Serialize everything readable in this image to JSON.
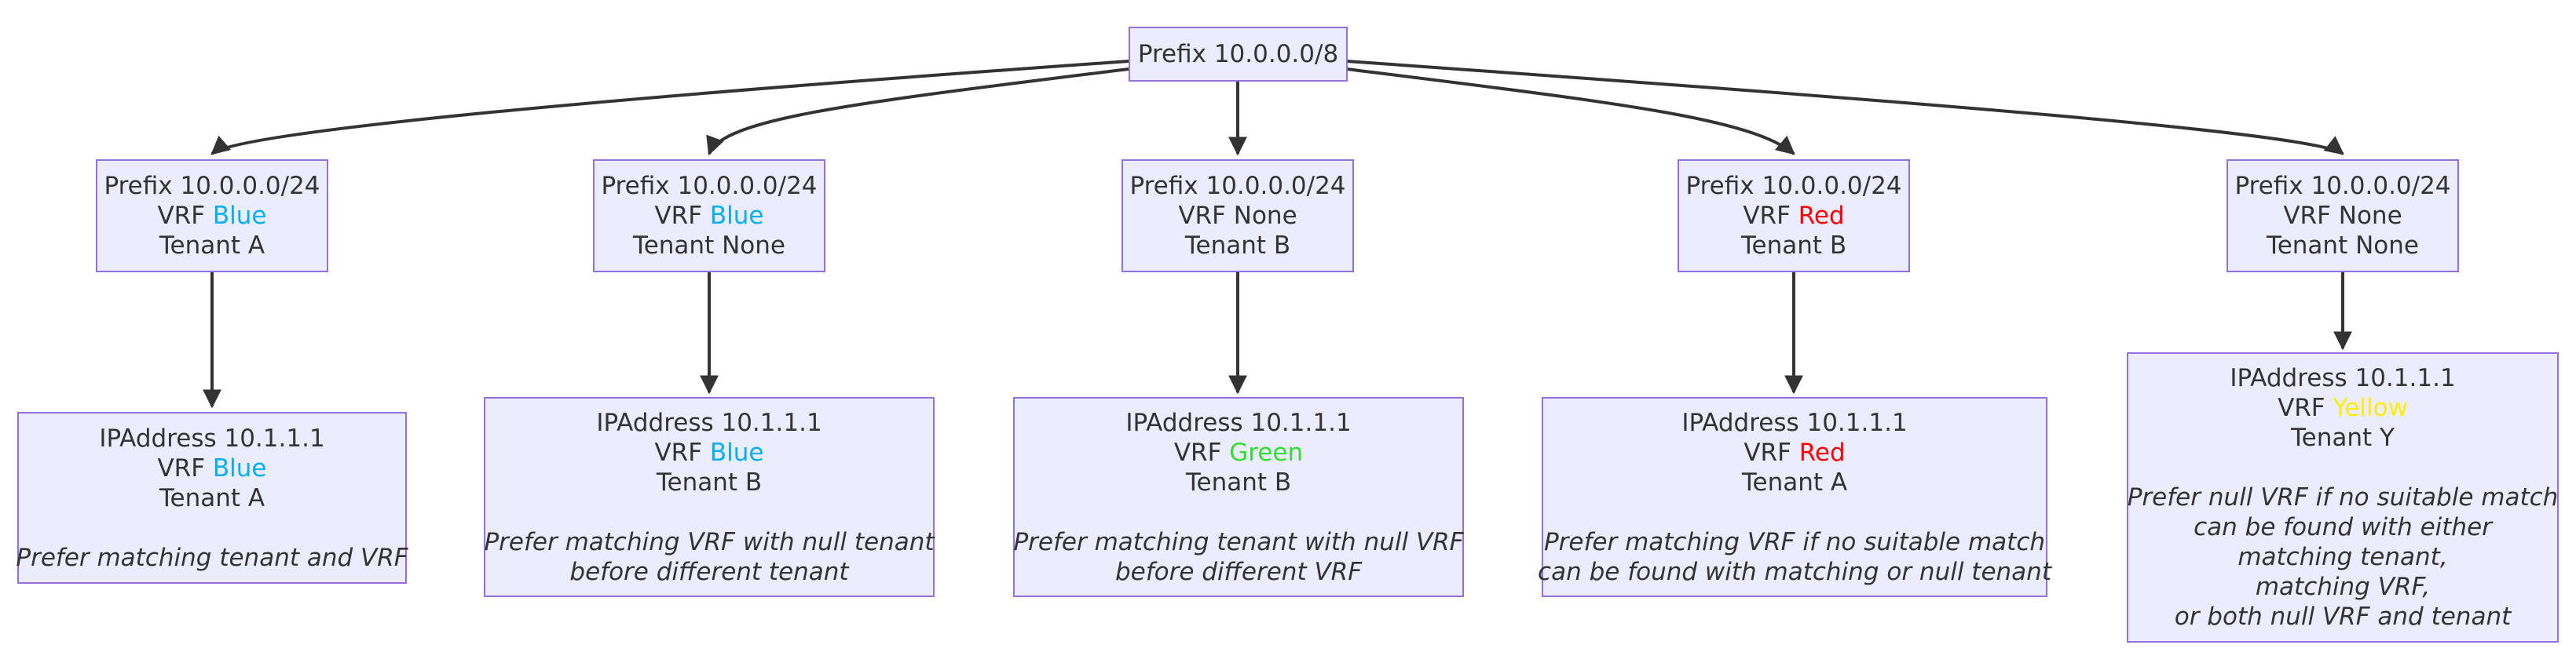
{
  "root": {
    "label": "Prefix 10.0.0.0/8"
  },
  "prefixes": [
    {
      "prefix": "Prefix 10.0.0.0/24",
      "vrf_prefix": "VRF ",
      "vrf": "Blue",
      "vrf_color": "#00B0F0",
      "tenant": "Tenant A"
    },
    {
      "prefix": "Prefix 10.0.0.0/24",
      "vrf_prefix": "VRF ",
      "vrf": "Blue",
      "vrf_color": "#00B0F0",
      "tenant": "Tenant None"
    },
    {
      "prefix": "Prefix 10.0.0.0/24",
      "vrf_prefix": "VRF ",
      "vrf": "None",
      "vrf_color": "#333333",
      "tenant": "Tenant B"
    },
    {
      "prefix": "Prefix 10.0.0.0/24",
      "vrf_prefix": "VRF ",
      "vrf": "Red",
      "vrf_color": "#FF0000",
      "tenant": "Tenant B"
    },
    {
      "prefix": "Prefix 10.0.0.0/24",
      "vrf_prefix": "VRF ",
      "vrf": "None",
      "vrf_color": "#333333",
      "tenant": "Tenant None"
    }
  ],
  "ip_addresses": [
    {
      "address": "IPAddress 10.1.1.1",
      "vrf_prefix": "VRF ",
      "vrf": "Blue",
      "vrf_color": "#00B0F0",
      "tenant": "Tenant A",
      "note": [
        "Prefer matching tenant and VRF"
      ]
    },
    {
      "address": "IPAddress 10.1.1.1",
      "vrf_prefix": "VRF ",
      "vrf": "Blue",
      "vrf_color": "#00B0F0",
      "tenant": "Tenant B",
      "note": [
        "Prefer matching VRF with null tenant",
        "before different tenant"
      ]
    },
    {
      "address": "IPAddress 10.1.1.1",
      "vrf_prefix": "VRF ",
      "vrf": "Green",
      "vrf_color": "#33DD33",
      "tenant": "Tenant B",
      "note": [
        "Prefer matching tenant with null VRF",
        "before different VRF"
      ]
    },
    {
      "address": "IPAddress 10.1.1.1",
      "vrf_prefix": "VRF ",
      "vrf": "Red",
      "vrf_color": "#FF0000",
      "tenant": "Tenant A",
      "note": [
        "Prefer matching VRF if no suitable match",
        "can be found with matching or null tenant"
      ]
    },
    {
      "address": "IPAddress 10.1.1.1",
      "vrf_prefix": "VRF ",
      "vrf": "Yellow",
      "vrf_color": "#FFEE00",
      "tenant": "Tenant Y",
      "note": [
        "Prefer null VRF if no suitable match",
        "can be found with either",
        "matching tenant,",
        "matching VRF,",
        "or both null VRF and tenant"
      ]
    }
  ],
  "colors": {
    "node_fill": "#ECECFF",
    "node_border": "#9370DB",
    "edge": "#333333"
  }
}
